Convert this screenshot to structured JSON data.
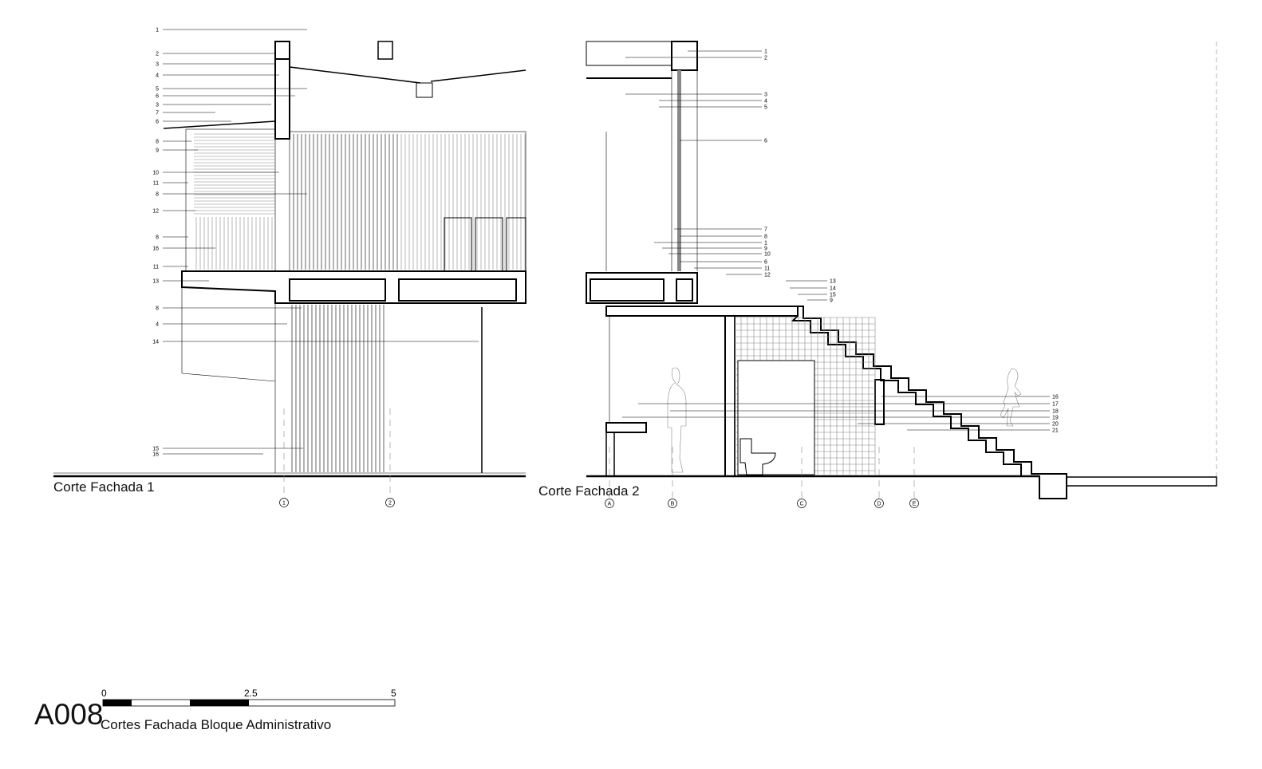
{
  "sheet": {
    "number": "A008",
    "title": "Cortes Fachada Bloque Administrativo",
    "scale_labels": [
      "0",
      "2.5",
      "5"
    ]
  },
  "section1": {
    "caption": "Corte Fachada 1",
    "callouts": [
      "1",
      "2",
      "3",
      "4",
      "5",
      "6",
      "3",
      "7",
      "6",
      "8",
      "9",
      "10",
      "11",
      "8",
      "12",
      "8",
      "16",
      "11",
      "13",
      "8",
      "4",
      "14",
      "15",
      "16"
    ],
    "axes": [
      "1",
      "2"
    ]
  },
  "section2": {
    "caption": "Corte Fachada 2",
    "callouts_upper": [
      "1",
      "2",
      "3",
      "4",
      "5",
      "6",
      "7",
      "8",
      "1",
      "9",
      "10",
      "6",
      "11",
      "12"
    ],
    "callouts_stair": [
      "13",
      "14",
      "15",
      "9"
    ],
    "callouts_lower": [
      "16",
      "17",
      "18",
      "19",
      "20",
      "21"
    ],
    "axes": [
      "A",
      "B",
      "C",
      "D",
      "E"
    ]
  },
  "colors": {
    "ink": "#000000",
    "fill_grey": "#999999",
    "paper": "#ffffff"
  }
}
